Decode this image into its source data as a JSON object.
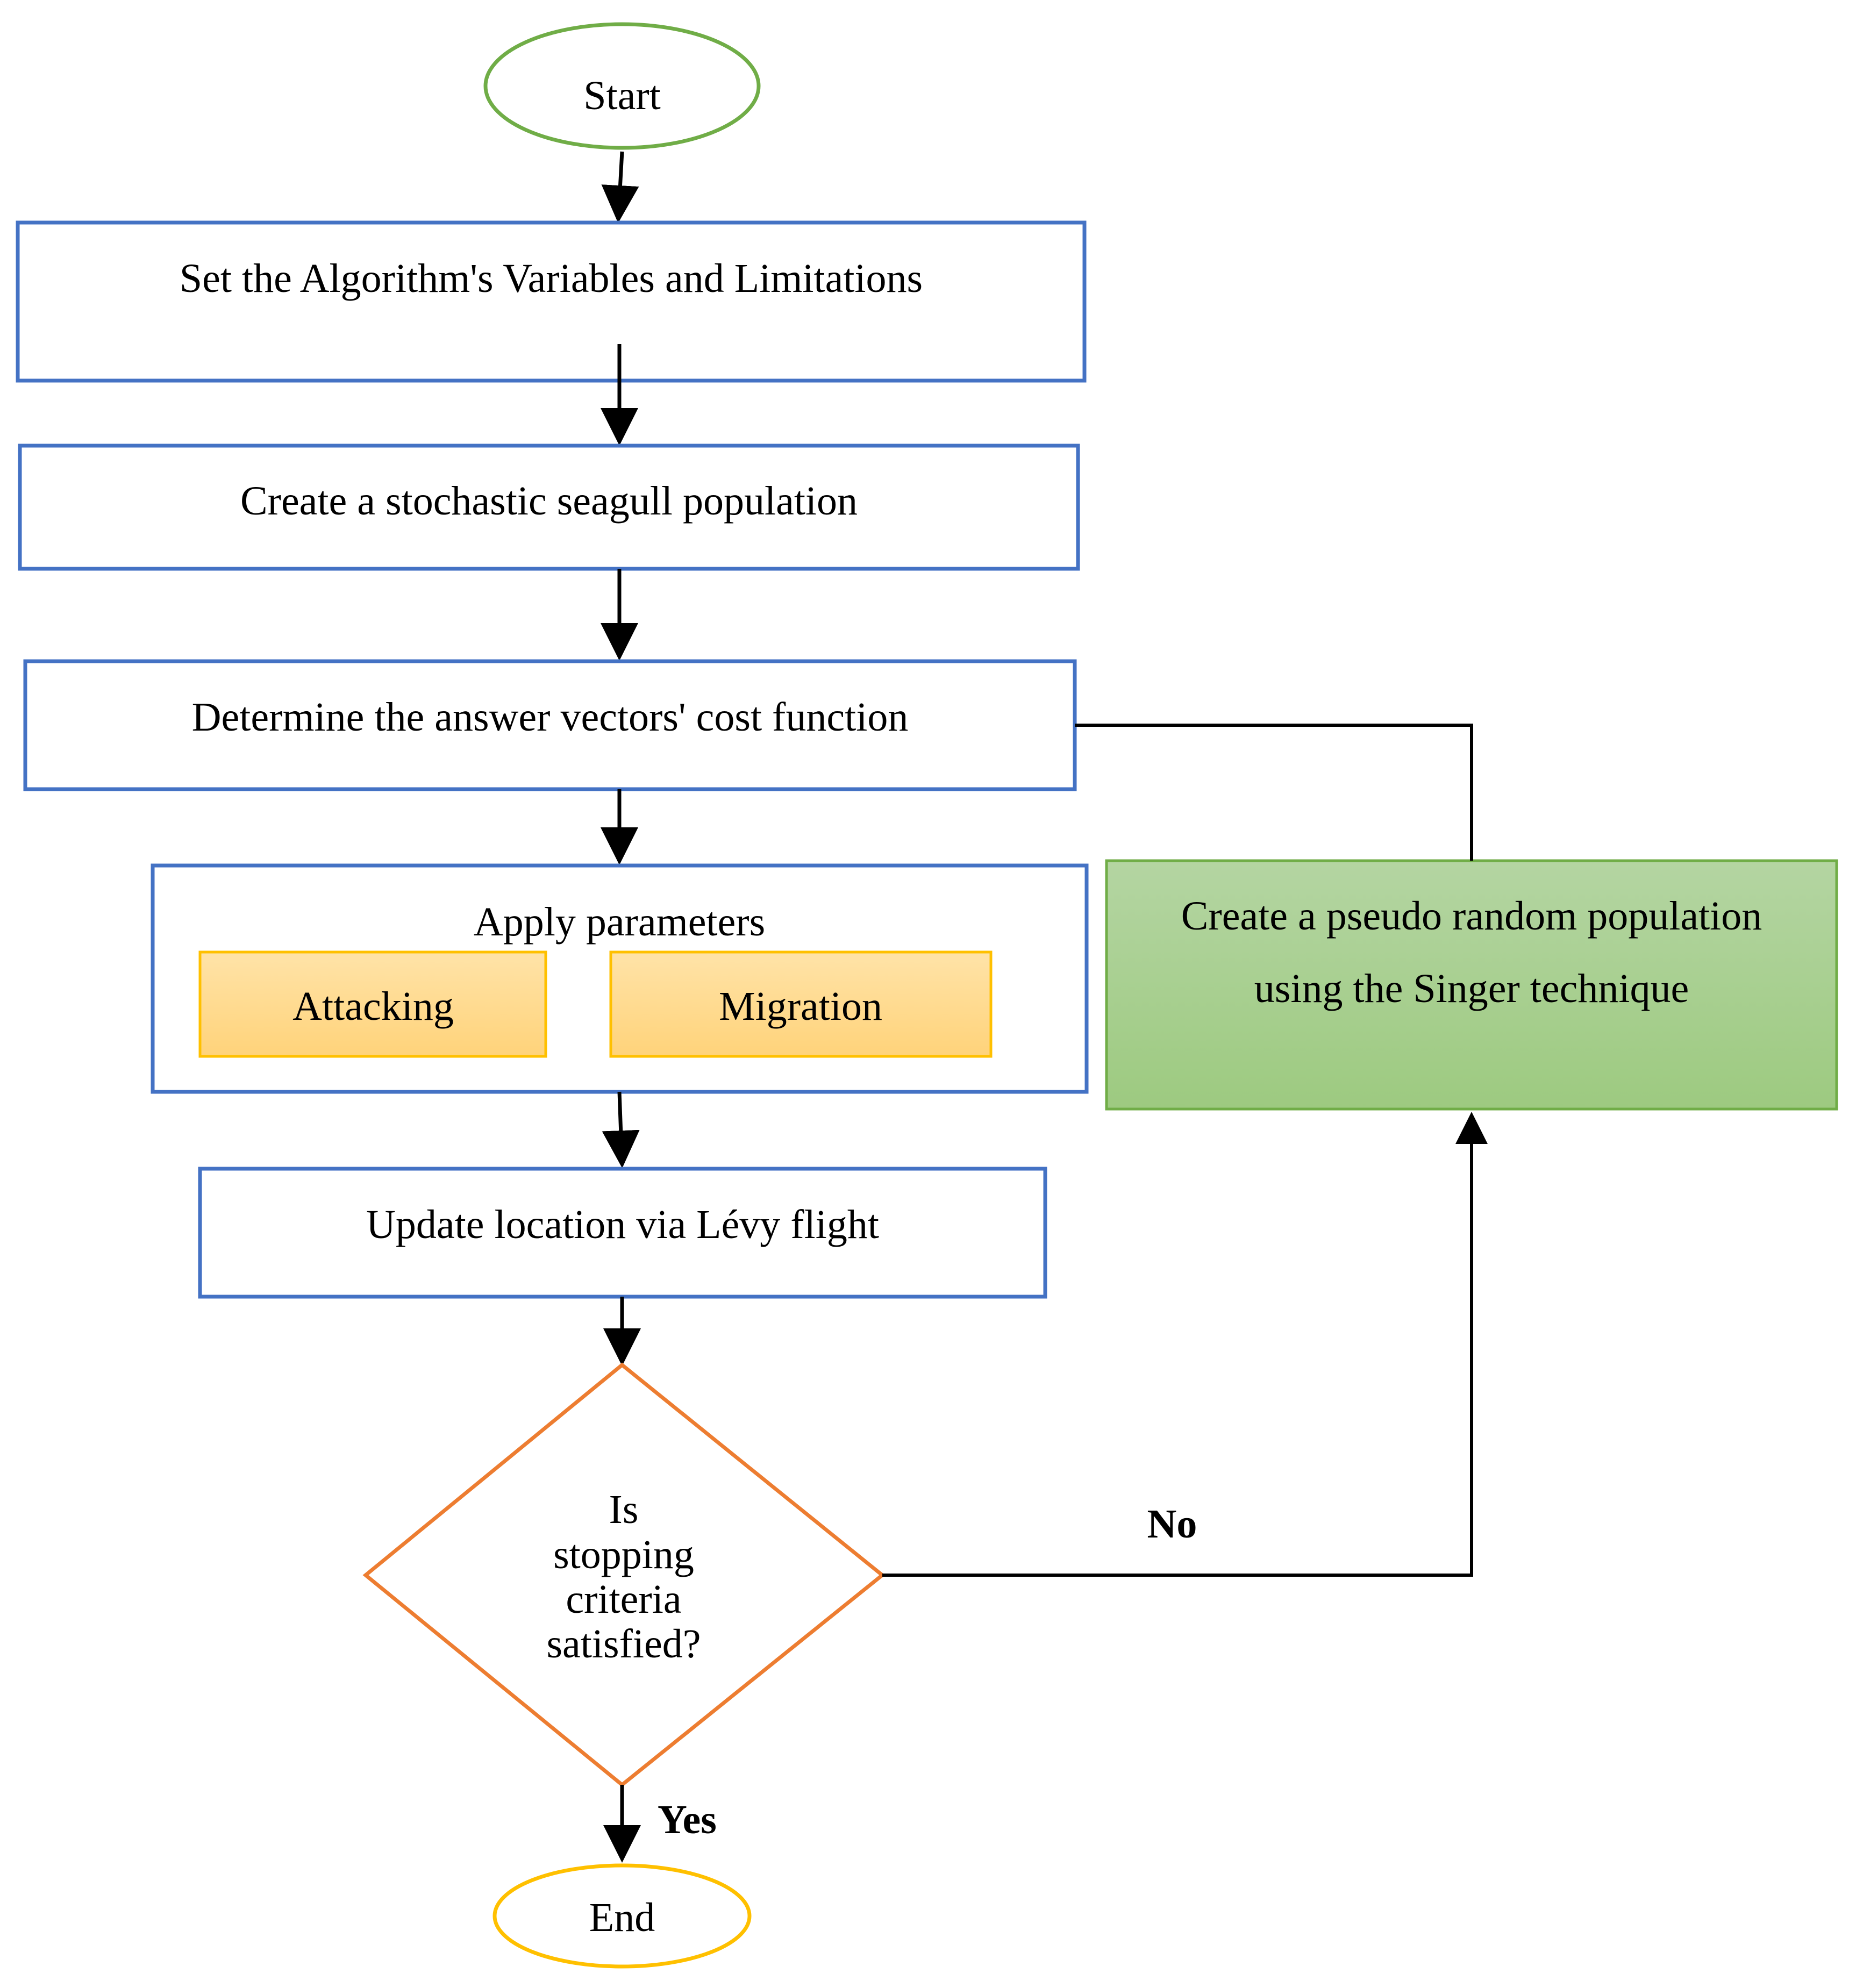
{
  "colors": {
    "start_oval": "#70ad47",
    "process_border": "#4472c4",
    "sub_box_border": "#ffc000",
    "sub_box_fill_top": "#ffe3a8",
    "sub_box_fill_bottom": "#ffd37a",
    "side_box_border": "#70ad47",
    "side_box_fill_top": "#b4d5a2",
    "side_box_fill_bottom": "#9dca80",
    "decision_border": "#ed7d31",
    "end_oval": "#ffc000",
    "connector": "#000000"
  },
  "flow": {
    "start": "Start",
    "set_variables": "Set the Algorithm's Variables and Limitations",
    "create_population": "Create a stochastic seagull population",
    "cost_function": "Determine the answer vectors' cost function",
    "apply_parameters": {
      "title": "Apply parameters",
      "attacking": "Attacking",
      "migration": "Migration"
    },
    "update_location": "Update location via Lévy flight",
    "decision": {
      "line1": "Is",
      "line2": "stopping",
      "line3": "criteria",
      "line4": "satisfied?"
    },
    "end": "End",
    "yes_label": "Yes",
    "no_label": "No",
    "singer_box": {
      "line1": "Create a pseudo random population",
      "line2": "using the Singer technique"
    }
  }
}
